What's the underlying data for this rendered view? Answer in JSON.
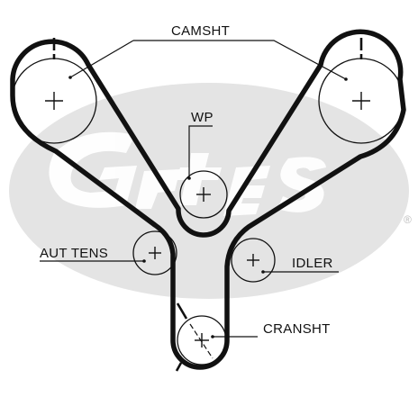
{
  "labels": {
    "camshaft": "CAMSHT",
    "water_pump": "WP",
    "auto_tensioner": "AUT TENS",
    "idler": "IDLER",
    "crankshaft": "CRANSHT"
  },
  "colors": {
    "belt": "#111111",
    "pulley": "#111111",
    "watermark": "#e4e4e4",
    "background": "#ffffff"
  },
  "watermark": {
    "registered_mark": "®"
  }
}
